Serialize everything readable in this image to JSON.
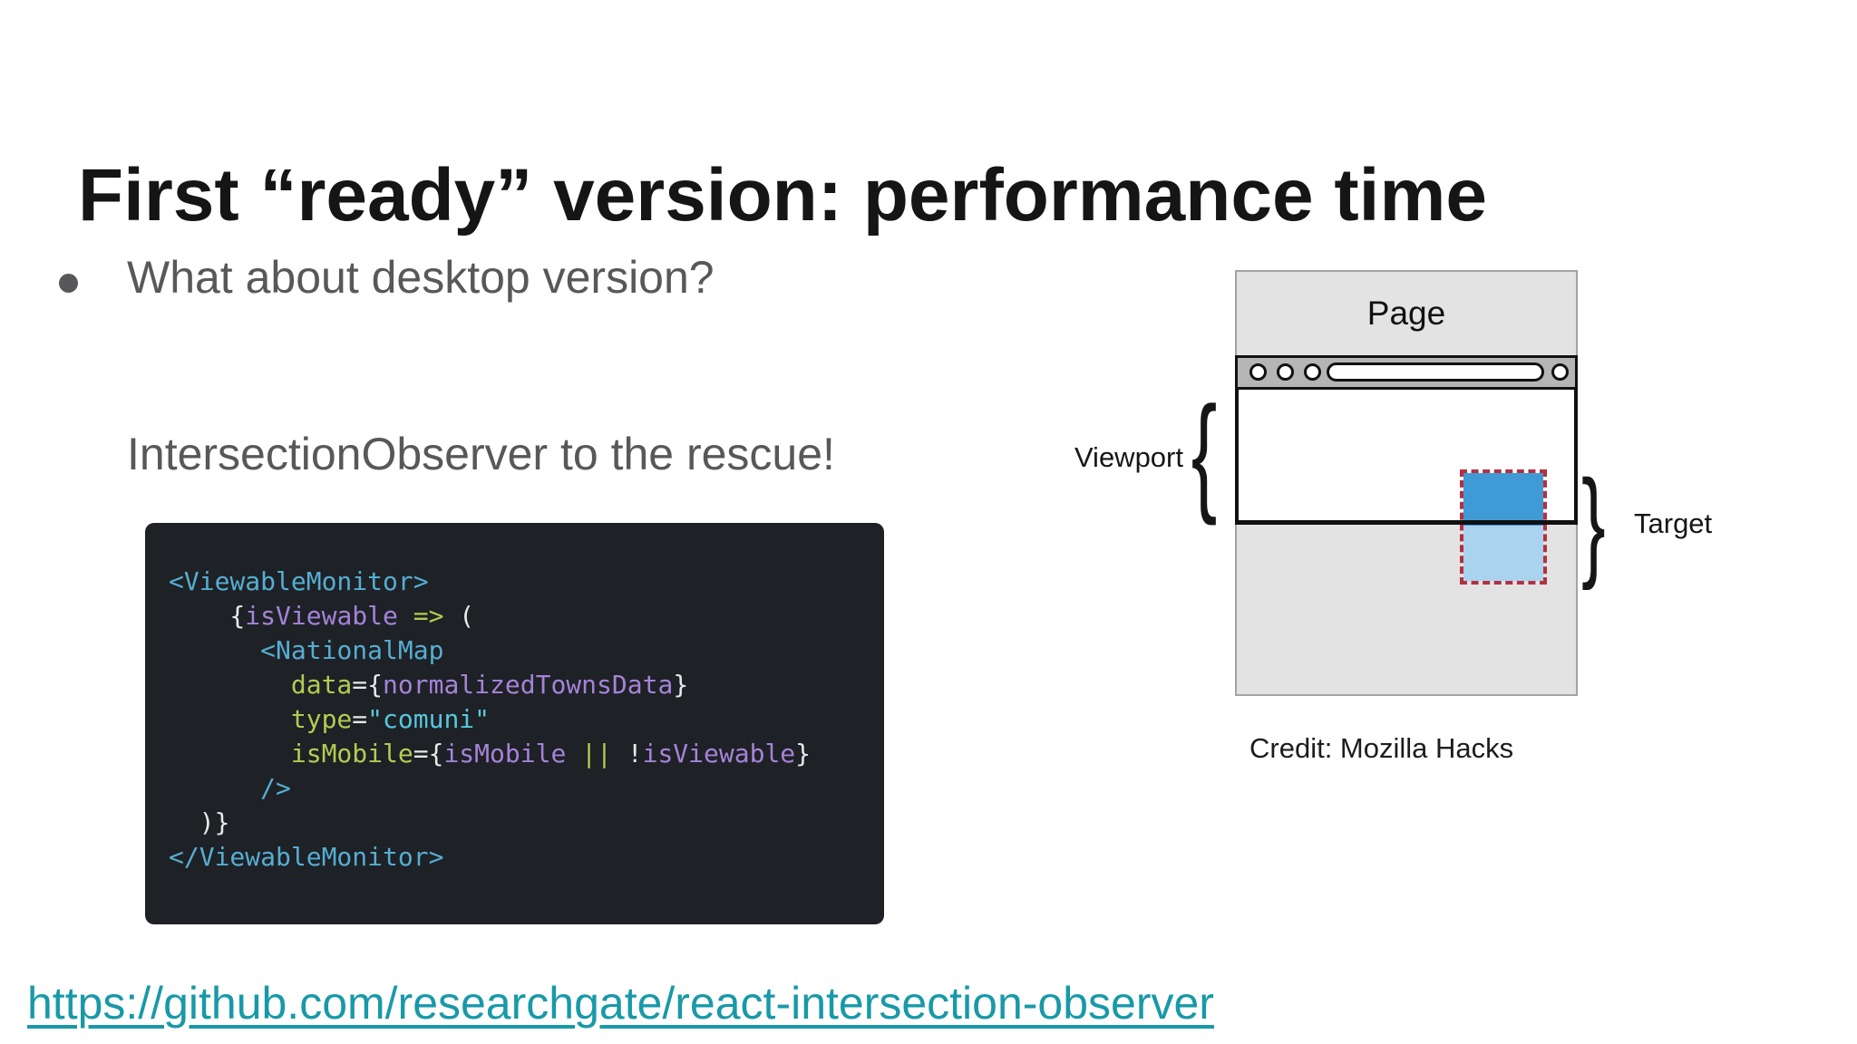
{
  "colors": {
    "title-black": "#151515",
    "text-gray": "#58585a",
    "link-teal": "#1899a8",
    "code-bg": "#1e2126",
    "code-plain": "#e8e8e8",
    "code-tag": "#55aed2",
    "code-string": "#56c8dc",
    "code-purple": "#a583d8",
    "code-green": "#b6ca51",
    "diagram-gray": "#e3e3e4",
    "diagram-border-gray": "#a3a3a3",
    "chrome-gray": "#b5b5b5",
    "line-black": "#111111",
    "target-blue-dark": "#3f9ad5",
    "target-blue-light": "#a9d3ef",
    "target-border-red": "#b5303f"
  },
  "slide": {
    "title": "First “ready” version: performance time",
    "bullet_text": "What about desktop version?",
    "subtext": "IntersectionObserver to the rescue!",
    "link_text": "https://github.com/researchgate/react-intersection-observer"
  },
  "code": {
    "lines": [
      [
        {
          "t": "<ViewableMonitor>",
          "c": "tag"
        }
      ],
      [
        {
          "t": "    {",
          "c": "plain"
        },
        {
          "t": "isViewable",
          "c": "purple"
        },
        {
          "t": " ",
          "c": "plain"
        },
        {
          "t": "=>",
          "c": "green"
        },
        {
          "t": " (",
          "c": "plain"
        }
      ],
      [
        {
          "t": "      ",
          "c": "plain"
        },
        {
          "t": "<NationalMap",
          "c": "tag"
        }
      ],
      [
        {
          "t": "        ",
          "c": "plain"
        },
        {
          "t": "data",
          "c": "green"
        },
        {
          "t": "={",
          "c": "plain"
        },
        {
          "t": "normalizedTownsData",
          "c": "purple"
        },
        {
          "t": "}",
          "c": "plain"
        }
      ],
      [
        {
          "t": "        ",
          "c": "plain"
        },
        {
          "t": "type",
          "c": "green"
        },
        {
          "t": "=",
          "c": "plain"
        },
        {
          "t": "\"comuni\"",
          "c": "string"
        }
      ],
      [
        {
          "t": "        ",
          "c": "plain"
        },
        {
          "t": "isMobile",
          "c": "green"
        },
        {
          "t": "={",
          "c": "plain"
        },
        {
          "t": "isMobile",
          "c": "purple"
        },
        {
          "t": " ",
          "c": "plain"
        },
        {
          "t": "||",
          "c": "green"
        },
        {
          "t": " !",
          "c": "plain"
        },
        {
          "t": "isViewable",
          "c": "purple"
        },
        {
          "t": "}",
          "c": "plain"
        }
      ],
      [
        {
          "t": "      ",
          "c": "plain"
        },
        {
          "t": "/>",
          "c": "tag"
        }
      ],
      [
        {
          "t": "  )}",
          "c": "plain"
        }
      ],
      [
        {
          "t": "</ViewableMonitor>",
          "c": "tag"
        }
      ]
    ]
  },
  "diagram": {
    "page_label": "Page",
    "viewport_label": "Viewport",
    "target_label": "Target",
    "viewport_brace": "{",
    "target_brace": "}",
    "credit": "Credit: Mozilla Hacks"
  }
}
